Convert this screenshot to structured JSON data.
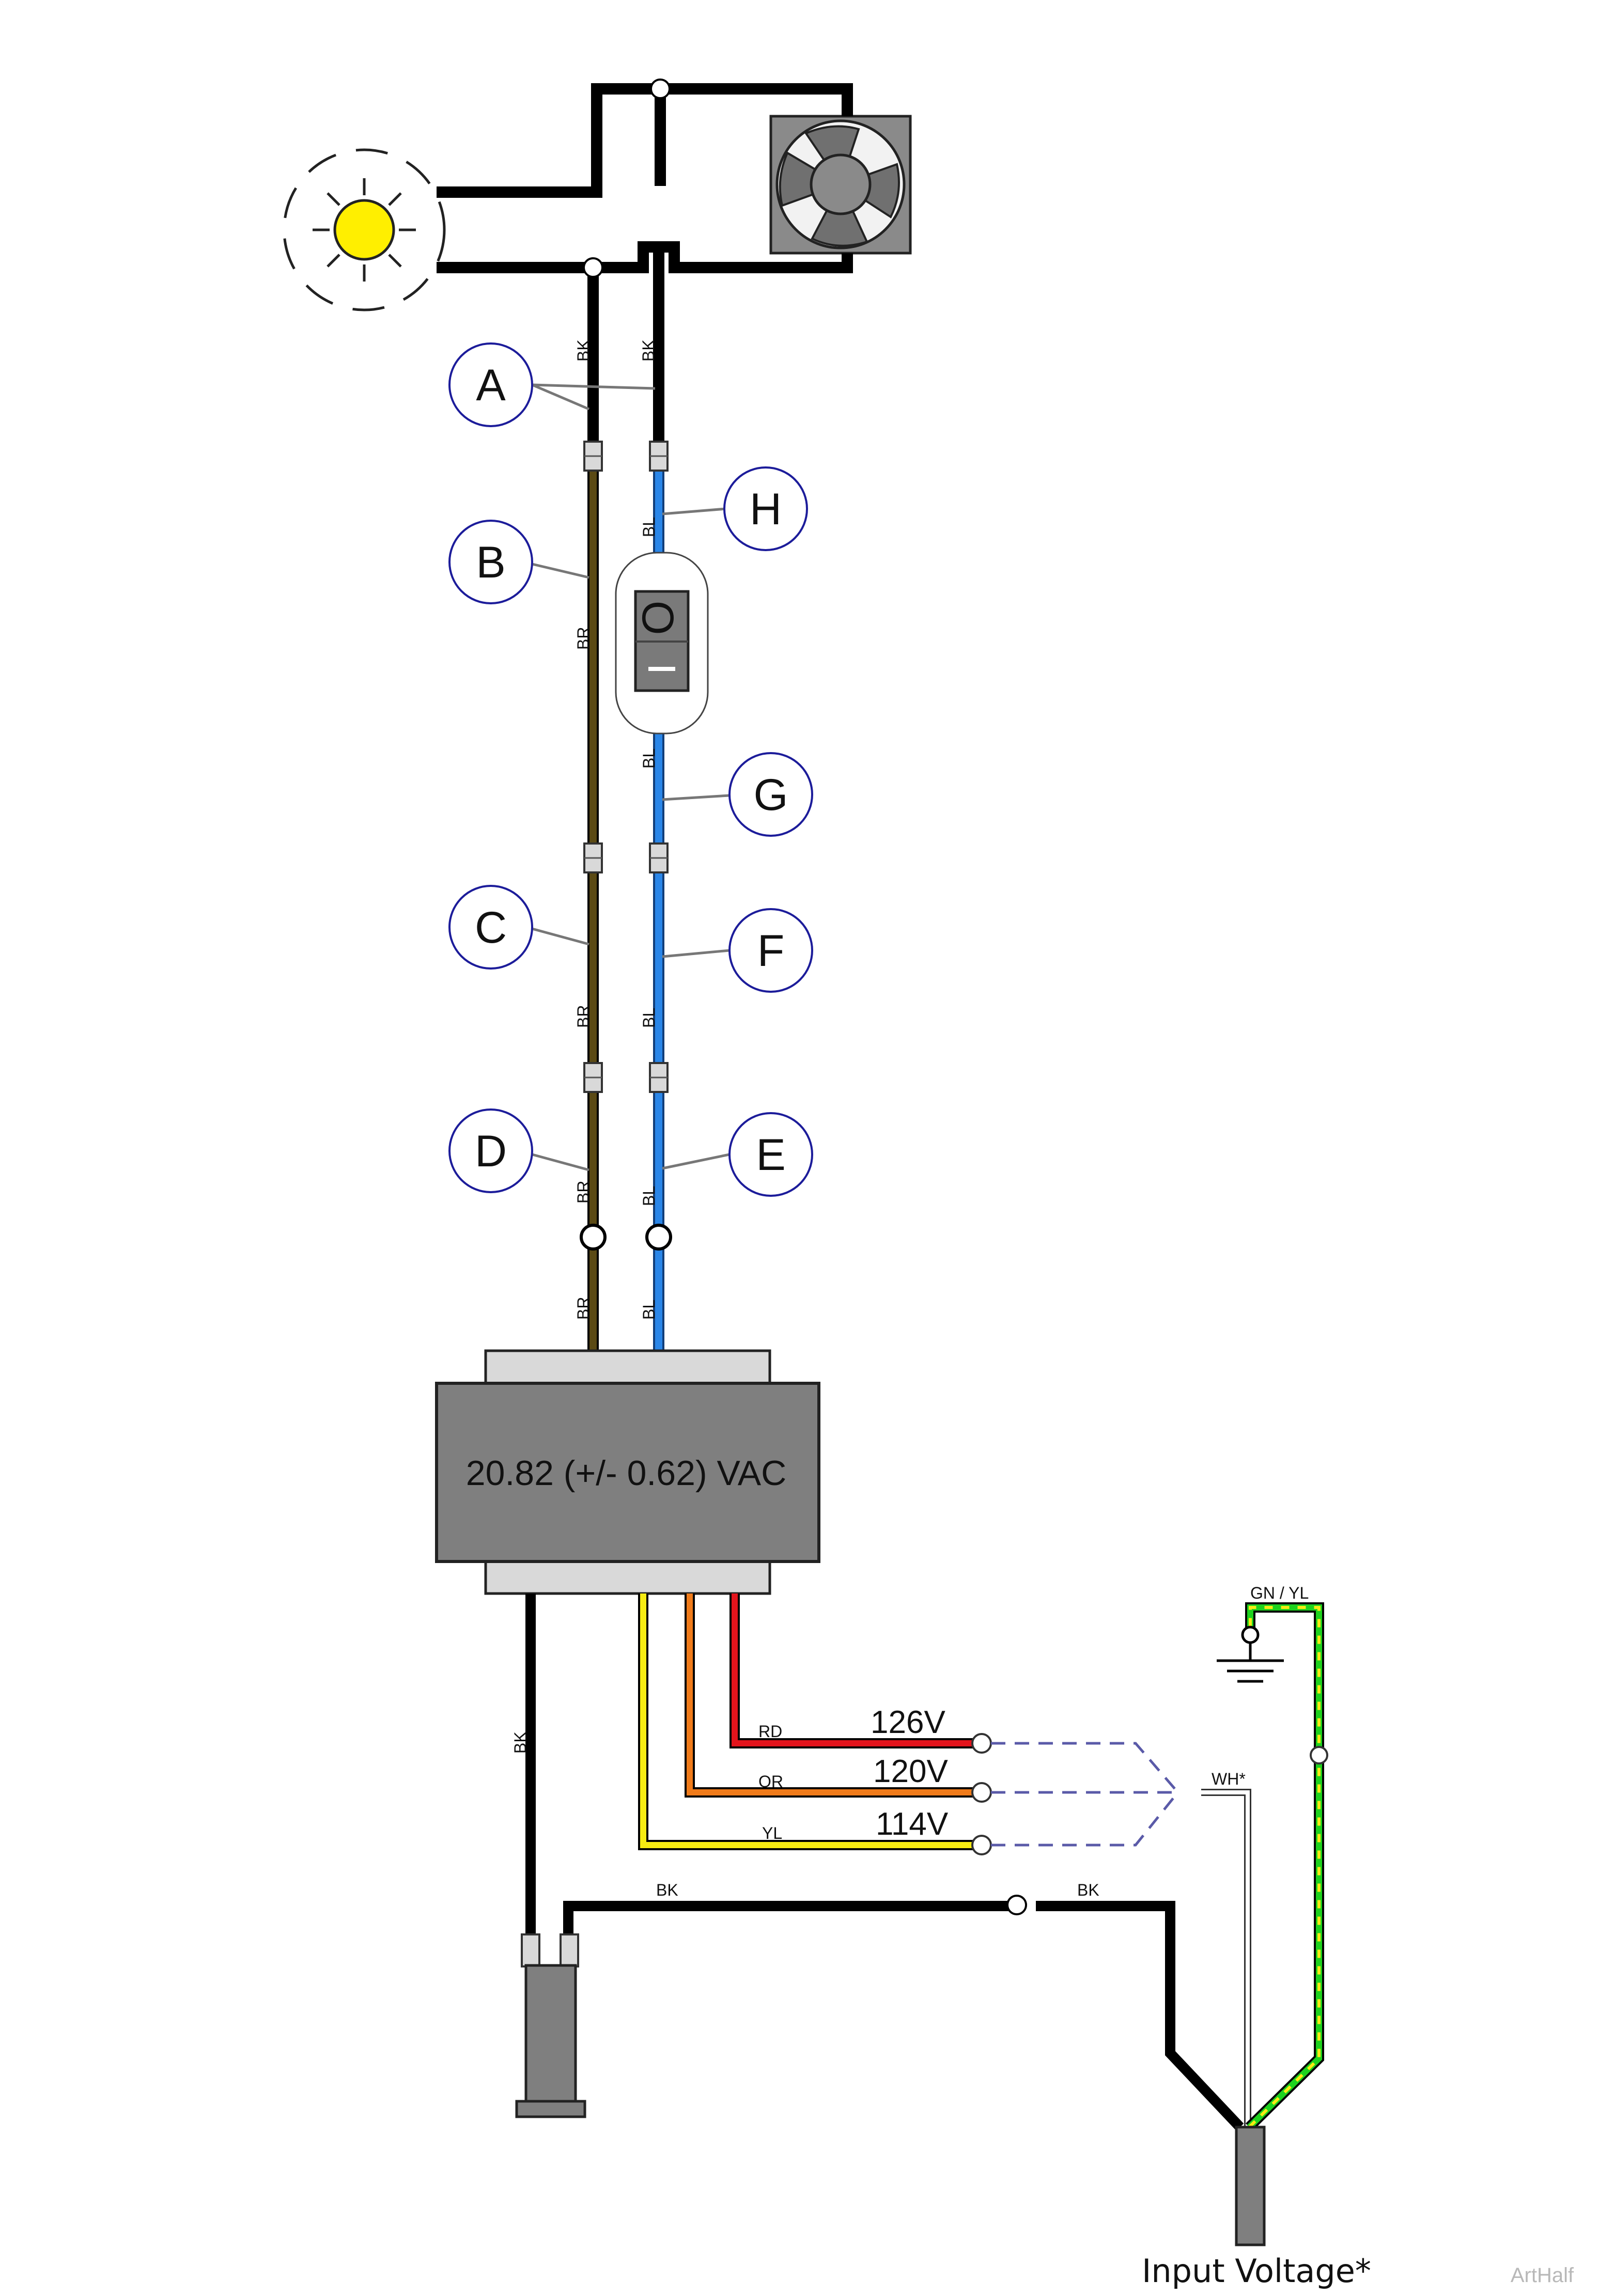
{
  "transformer": {
    "rating": "20.82 (+/- 0.62) VAC"
  },
  "callouts": [
    "A",
    "B",
    "C",
    "D",
    "E",
    "F",
    "G",
    "H"
  ],
  "switch": {
    "off_symbol": "O",
    "on_symbol": "I"
  },
  "wires": {
    "left_upper": "BK",
    "right_upper": "BK",
    "left_color": "BR",
    "right_color": "BL",
    "xfmr_left": "BK",
    "tap_red": "RD",
    "tap_orange": "OR",
    "tap_yellow": "YL",
    "neutral": "WH*",
    "ground": "GN / YL",
    "bottom_left": "BK",
    "bottom_right": "BK"
  },
  "taps": {
    "high": "126V",
    "mid": "120V",
    "low": "114V"
  },
  "caption": "Input Voltage*",
  "credit": "ArtHalf",
  "colors": {
    "black": "#000000",
    "brown": "#5b4a14",
    "blue": "#2a86e8",
    "red": "#e3141c",
    "orange": "#f07b1a",
    "yellow": "#f7ec12",
    "green": "#1ed21e",
    "dash": "#5a5aa8",
    "lamp": "#ffef00",
    "body_gray": "#7f7f7f",
    "light_gray": "#d9d9d9"
  },
  "icons": [
    "lamp-icon",
    "fan-icon",
    "rocker-switch-icon",
    "ground-icon",
    "power-plug-icon",
    "fuse-holder-icon"
  ]
}
